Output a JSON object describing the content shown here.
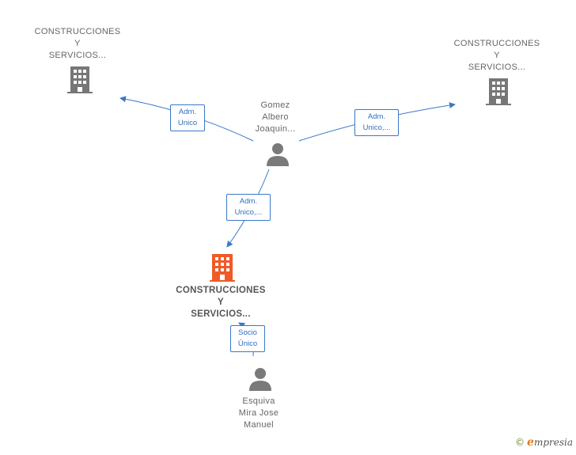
{
  "colors": {
    "edge": "#3a78c9",
    "building_gray": "#777777",
    "building_focus": "#f05a28",
    "person_gray": "#7a7a7a"
  },
  "nodes": {
    "company_top_left": {
      "icon": "building-icon",
      "lines": [
        "CONSTRUCCIONES",
        "Y",
        "SERVICIOS..."
      ]
    },
    "company_top_right": {
      "icon": "building-icon",
      "lines": [
        "CONSTRUCCIONES",
        "Y",
        "SERVICIOS..."
      ]
    },
    "company_center": {
      "icon": "building-icon",
      "lines": [
        "CONSTRUCCIONES",
        "Y",
        "SERVICIOS..."
      ]
    },
    "person_gomez": {
      "icon": "person-icon",
      "lines": [
        "Gomez",
        "Albero",
        "Joaquin..."
      ]
    },
    "person_esquiva": {
      "icon": "person-icon",
      "lines": [
        "Esquiva",
        "Mira Jose",
        "Manuel"
      ]
    }
  },
  "edges": {
    "to_top_left": {
      "lines": [
        "Adm.",
        "Unico"
      ]
    },
    "to_top_right": {
      "lines": [
        "Adm.",
        "Unico,..."
      ]
    },
    "to_center": {
      "lines": [
        "Adm.",
        "Unico,..."
      ]
    },
    "esquiva_to_center": {
      "lines": [
        "Socio",
        "Único"
      ]
    }
  },
  "brand": {
    "copyright": "©",
    "initial": "e",
    "name": "mpresia"
  }
}
